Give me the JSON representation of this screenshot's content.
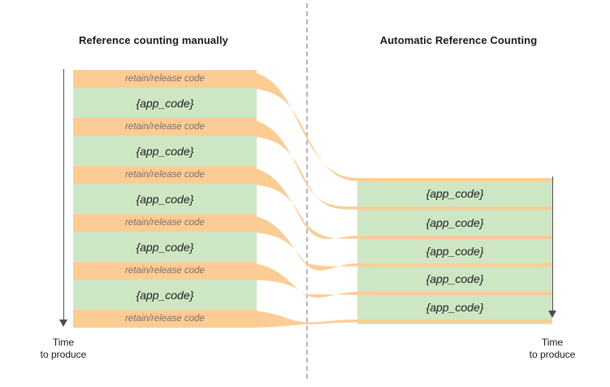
{
  "figure": {
    "left_heading": "Reference counting manually",
    "right_heading": "Automatic Reference Counting",
    "colors": {
      "retain_fill": "#fccc95",
      "app_fill": "#cde7c4",
      "divider": "#b4b4b4",
      "axis": "#4d4d4d",
      "retain_text": "#777070",
      "app_text": "#1c1c1c"
    }
  },
  "left_column": {
    "bands": [
      {
        "kind": "retain",
        "label": "retain/release code"
      },
      {
        "kind": "app",
        "label": "{app_code}"
      },
      {
        "kind": "retain",
        "label": "retain/release code"
      },
      {
        "kind": "app",
        "label": "{app_code}"
      },
      {
        "kind": "retain",
        "label": "retain/release code"
      },
      {
        "kind": "app",
        "label": "{app_code}"
      },
      {
        "kind": "retain",
        "label": "retain/release code"
      },
      {
        "kind": "app",
        "label": "{app_code}"
      },
      {
        "kind": "retain",
        "label": "retain/release code"
      },
      {
        "kind": "app",
        "label": "{app_code}"
      },
      {
        "kind": "retain",
        "label": "retain/release code"
      }
    ]
  },
  "right_column": {
    "rows": [
      {
        "label": "{app_code}"
      },
      {
        "label": "{app_code}"
      },
      {
        "label": "{app_code}"
      },
      {
        "label": "{app_code}"
      },
      {
        "label": "{app_code}"
      }
    ]
  },
  "axes": {
    "left": {
      "line1": "Time",
      "line2": "to produce"
    },
    "right": {
      "line1": "Time",
      "line2": "to produce"
    }
  }
}
